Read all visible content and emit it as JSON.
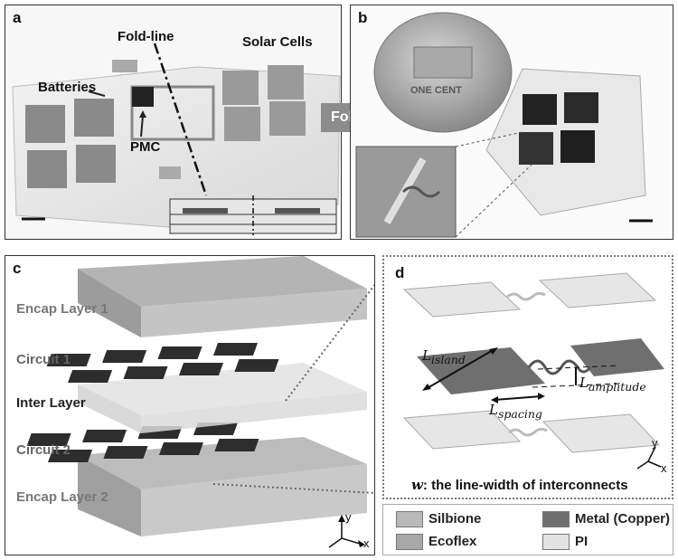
{
  "panels": {
    "a": {
      "letter": "a",
      "fold_line": "Fold-line",
      "solar_cells": "Solar Cells",
      "batteries": "Batteries",
      "pmc": "PMC"
    },
    "b": {
      "letter": "b",
      "fold_arrow": "Fold",
      "coin_text": "ONE CENT"
    },
    "c": {
      "letter": "c",
      "layers": [
        "Encap Layer 1",
        "Circuit 1",
        "Inter Layer",
        "Circuit 2",
        "Encap Layer 2"
      ],
      "axis_y": "y",
      "axis_x": "x"
    },
    "d": {
      "letter": "d",
      "l_island": "L",
      "l_island_sub": "island",
      "l_amplitude": "L",
      "l_amplitude_sub": "amplitude",
      "l_spacing": "L",
      "l_spacing_sub": "spacing",
      "caption_var": "w",
      "caption_rest": ": the line-width of interconnects",
      "axis_y": "y",
      "axis_x": "x"
    }
  },
  "legend": [
    {
      "label": "Silbione",
      "color": "#b9b9b9"
    },
    {
      "label": "Metal (Copper)",
      "color": "#6f6f6f"
    },
    {
      "label": "Ecoflex",
      "color": "#a8a8a8"
    },
    {
      "label": "PI",
      "color": "#e2e2e2"
    }
  ]
}
